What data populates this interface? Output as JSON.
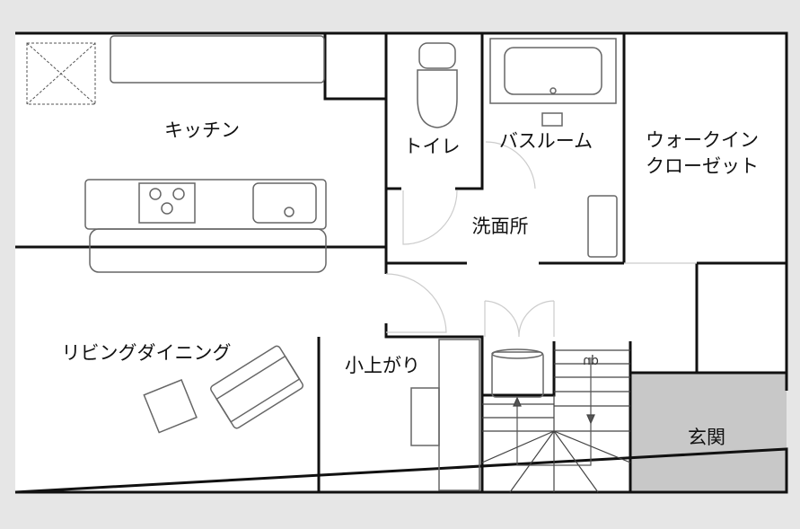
{
  "rooms": {
    "kitchen": "キッチン",
    "toilet": "トイレ",
    "bathroom": "バスルーム",
    "walk_in_closet_line1": "ウォークイン",
    "walk_in_closet_line2": "クローゼット",
    "washroom": "洗面所",
    "living_dining": "リビングダイニング",
    "raised_room": "小上がり",
    "entrance": "玄関"
  },
  "stairs_label": "up",
  "colors": {
    "background": "#e6e6e6",
    "wall": "#111111",
    "entrance_floor": "#c8c8c8"
  }
}
